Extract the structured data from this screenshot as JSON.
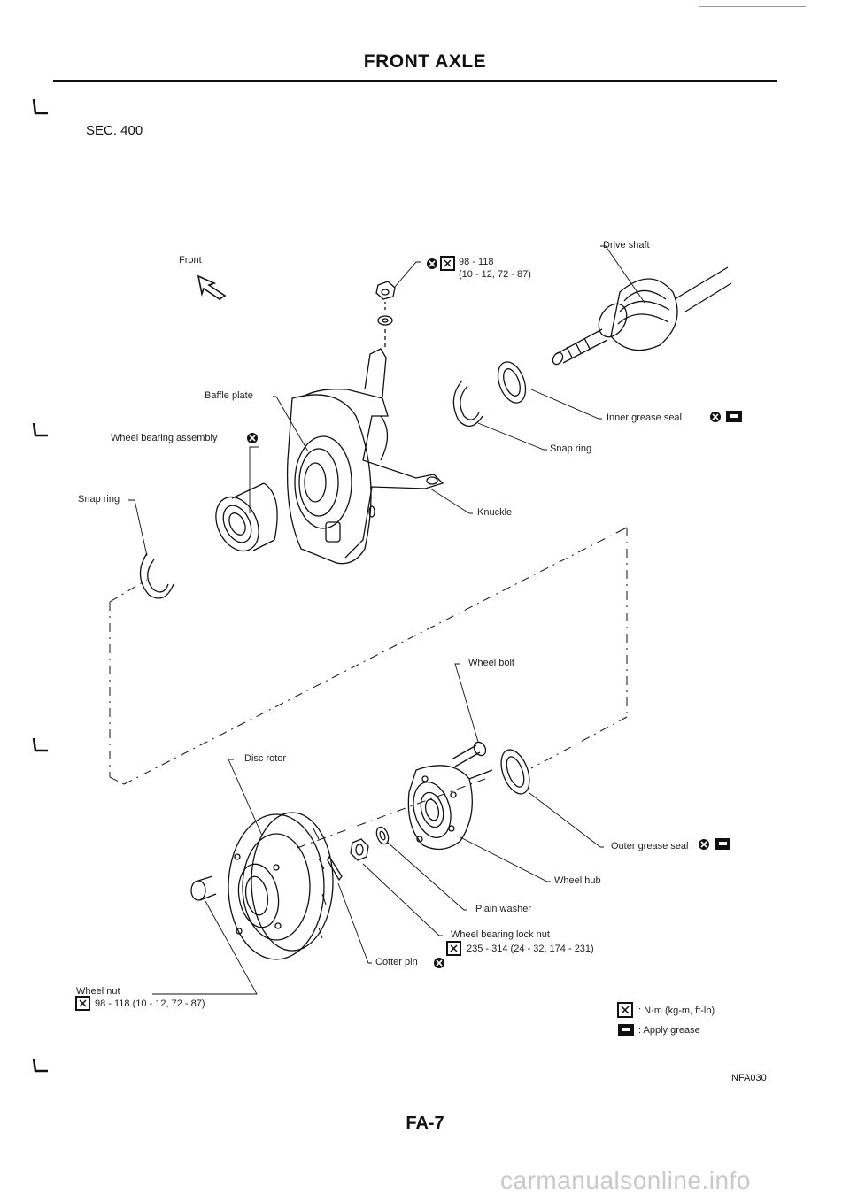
{
  "document": {
    "title": "FRONT AXLE",
    "section": "SEC. 400",
    "page_number": "FA-7",
    "figure_code": "NFA030",
    "watermark": "carmanualsonline.info"
  },
  "orientation": {
    "label": "Front"
  },
  "callouts": {
    "drive_shaft": "Drive shaft",
    "knuckle_bolt_torque_1": "98 - 118",
    "knuckle_bolt_torque_2": "(10 - 12, 72 - 87)",
    "baffle_plate": "Baffle plate",
    "inner_grease_seal": "Inner grease seal",
    "wheel_bearing_assembly": "Wheel bearing assembly",
    "snap_ring_inner": "Snap ring",
    "snap_ring_outer": "Snap ring",
    "knuckle": "Knuckle",
    "wheel_bolt": "Wheel bolt",
    "disc_rotor": "Disc rotor",
    "outer_grease_seal": "Outer grease seal",
    "wheel_hub": "Wheel hub",
    "plain_washer": "Plain washer",
    "wheel_bearing_lock_nut": "Wheel bearing lock nut",
    "lock_nut_torque": "235 - 314 (24 - 32, 174 - 231)",
    "cotter_pin": "Cotter pin",
    "wheel_nut": "Wheel nut",
    "wheel_nut_torque": "98 - 118 (10 - 12, 72 - 87)"
  },
  "legend": {
    "torque_unit": ": N·m (kg-m, ft-lb)",
    "apply_grease": ": Apply grease"
  },
  "icons": {
    "replace": "replace-part-icon",
    "torque": "torque-wrench-icon",
    "grease": "grease-icon",
    "front": "front-arrow-icon"
  }
}
